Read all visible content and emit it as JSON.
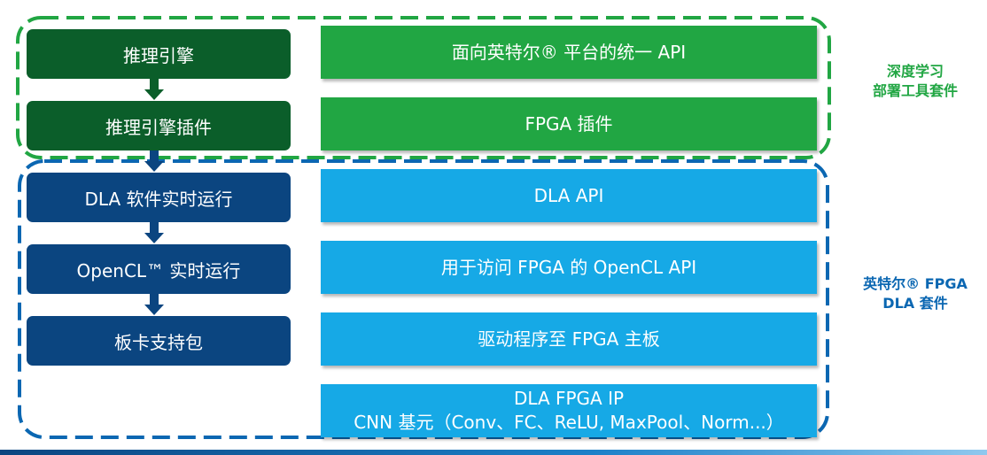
{
  "stack_left": [
    {
      "label": "推理引擎",
      "group": "green"
    },
    {
      "label": "推理引擎插件",
      "group": "green"
    },
    {
      "label": "DLA 软件实时运行",
      "group": "blue"
    },
    {
      "label": "OpenCL™ 实时运行",
      "group": "blue"
    },
    {
      "label": "板卡支持包",
      "group": "blue"
    }
  ],
  "stack_right": [
    {
      "line1": "面向英特尔® 平台的统一 API",
      "line2": "",
      "group": "green"
    },
    {
      "line1": "FPGA 插件",
      "line2": "",
      "group": "green"
    },
    {
      "line1": "DLA API",
      "line2": "",
      "group": "blue"
    },
    {
      "line1": "用于访问 FPGA 的 OpenCL API",
      "line2": "",
      "group": "blue"
    },
    {
      "line1": "驱动程序至 FPGA 主板",
      "line2": "",
      "group": "blue"
    },
    {
      "line1": "DLA FPGA IP",
      "line2": "CNN 基元（Conv、FC、ReLU, MaxPool、Norm...）",
      "group": "blue"
    }
  ],
  "groups": {
    "green": {
      "label_line1": "深度学习",
      "label_line2": "部署工具套件",
      "color": "#21a643",
      "dark": "#0b5e2a"
    },
    "blue": {
      "label_line1": "英特尔® FPGA",
      "label_line2": "DLA 套件",
      "color": "#0b67b2",
      "dark": "#0b4580",
      "light": "#16a9e6"
    }
  }
}
